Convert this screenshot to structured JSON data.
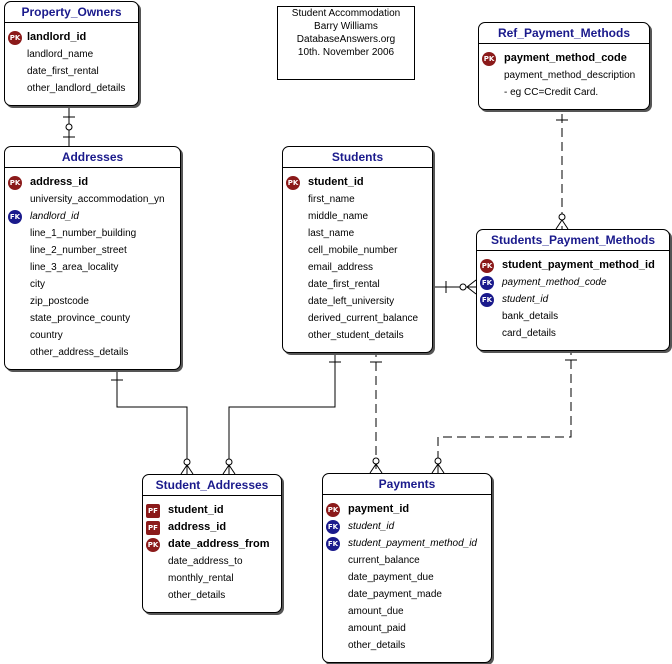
{
  "note": {
    "lines": [
      "Student Accommodation",
      "Barry Williams",
      "DatabaseAnswers.org",
      "10th. November 2006"
    ]
  },
  "entities": {
    "property_owners": {
      "title": "Property_Owners",
      "rows": [
        {
          "text": "landlord_id",
          "key": "PK"
        },
        {
          "text": "landlord_name"
        },
        {
          "text": "date_first_rental"
        },
        {
          "text": "other_landlord_details"
        }
      ]
    },
    "addresses": {
      "title": "Addresses",
      "rows": [
        {
          "text": "address_id",
          "key": "PK"
        },
        {
          "text": "university_accommodation_yn"
        },
        {
          "text": "landlord_id",
          "key": "FK"
        },
        {
          "text": "line_1_number_building"
        },
        {
          "text": "line_2_number_street"
        },
        {
          "text": "line_3_area_locality"
        },
        {
          "text": "city"
        },
        {
          "text": "zip_postcode"
        },
        {
          "text": "state_province_county"
        },
        {
          "text": "country"
        },
        {
          "text": "other_address_details"
        }
      ]
    },
    "students": {
      "title": "Students",
      "rows": [
        {
          "text": "student_id",
          "key": "PK"
        },
        {
          "text": "first_name"
        },
        {
          "text": "middle_name"
        },
        {
          "text": "last_name"
        },
        {
          "text": "cell_mobile_number"
        },
        {
          "text": "email_address"
        },
        {
          "text": "date_first_rental"
        },
        {
          "text": "date_left_university"
        },
        {
          "text": "derived_current_balance"
        },
        {
          "text": "other_student_details"
        }
      ]
    },
    "ref_payment_methods": {
      "title": "Ref_Payment_Methods",
      "rows": [
        {
          "text": "payment_method_code",
          "key": "PK"
        },
        {
          "text": "payment_method_description"
        },
        {
          "text": "- eg CC=Credit Card."
        }
      ]
    },
    "students_payment_methods": {
      "title": "Students_Payment_Methods",
      "rows": [
        {
          "text": "student_payment_method_id",
          "key": "PK"
        },
        {
          "text": "payment_method_code",
          "key": "FK"
        },
        {
          "text": "student_id",
          "key": "FK"
        },
        {
          "text": "bank_details"
        },
        {
          "text": "card_details"
        }
      ]
    },
    "student_addresses": {
      "title": "Student_Addresses",
      "rows": [
        {
          "text": "student_id",
          "key": "PF"
        },
        {
          "text": "address_id",
          "key": "PF"
        },
        {
          "text": "date_address_from",
          "key": "PK"
        },
        {
          "text": "date_address_to"
        },
        {
          "text": "monthly_rental"
        },
        {
          "text": "other_details"
        }
      ]
    },
    "payments": {
      "title": "Payments",
      "rows": [
        {
          "text": "payment_id",
          "key": "PK"
        },
        {
          "text": "student_id",
          "key": "FK"
        },
        {
          "text": "student_payment_method_id",
          "key": "FK"
        },
        {
          "text": "current_balance"
        },
        {
          "text": "date_payment_due"
        },
        {
          "text": "date_payment_made"
        },
        {
          "text": "amount_due"
        },
        {
          "text": "amount_paid"
        },
        {
          "text": "other_details"
        }
      ]
    }
  },
  "icons": {
    "PK": "primary-key-icon",
    "FK": "foreign-key-icon",
    "PF": "primary-foreign-key-icon"
  },
  "colors": {
    "title": "#1a1a8c",
    "pk": "#8b1a1a",
    "fk": "#1a1a8c"
  },
  "relationships": [
    {
      "from": "property_owners",
      "to": "addresses",
      "style": "solid"
    },
    {
      "from": "addresses",
      "to": "student_addresses",
      "style": "solid"
    },
    {
      "from": "students",
      "to": "student_addresses",
      "style": "solid"
    },
    {
      "from": "students",
      "to": "students_payment_methods",
      "style": "solid"
    },
    {
      "from": "ref_payment_methods",
      "to": "students_payment_methods",
      "style": "dashed"
    },
    {
      "from": "students",
      "to": "payments",
      "style": "dashed"
    },
    {
      "from": "students_payment_methods",
      "to": "payments",
      "style": "dashed"
    }
  ]
}
